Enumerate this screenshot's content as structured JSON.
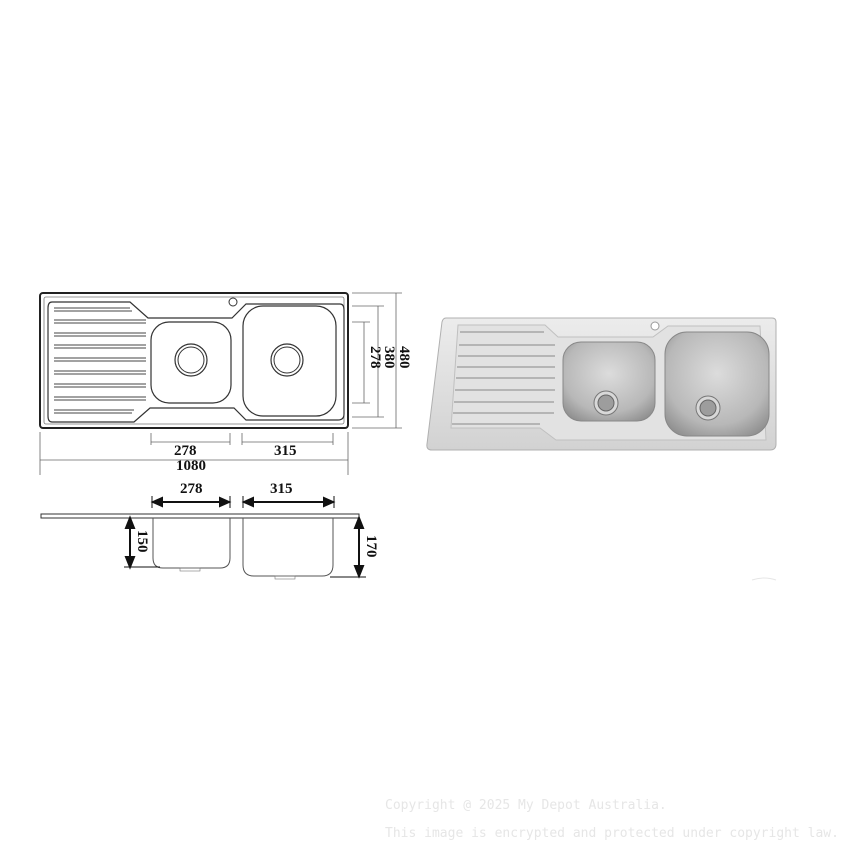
{
  "top_view": {
    "dimensions": {
      "bowl_small_width": "278",
      "bowl_large_width": "315",
      "overall_length": "1080",
      "overall_depth": "480",
      "inner_depth": "380",
      "bowl_small_depth": "278"
    }
  },
  "side_view": {
    "dimensions": {
      "bowl_small_width": "278",
      "bowl_large_width": "315",
      "bowl_small_height": "150",
      "bowl_large_height": "170"
    }
  },
  "photo": {
    "subject": "stainless steel double bowl sink with left drainer"
  },
  "colors": {
    "line": "#333333",
    "steel_light": "#e4e4e4",
    "steel_mid": "#c9c9c9",
    "steel_dark": "#9a9a9a",
    "watermark": "#e6e6e6"
  },
  "watermark": {
    "line1": "Copyright @ 2025 My Depot Australia.",
    "line2": "This image is encrypted and protected under copyright law."
  }
}
